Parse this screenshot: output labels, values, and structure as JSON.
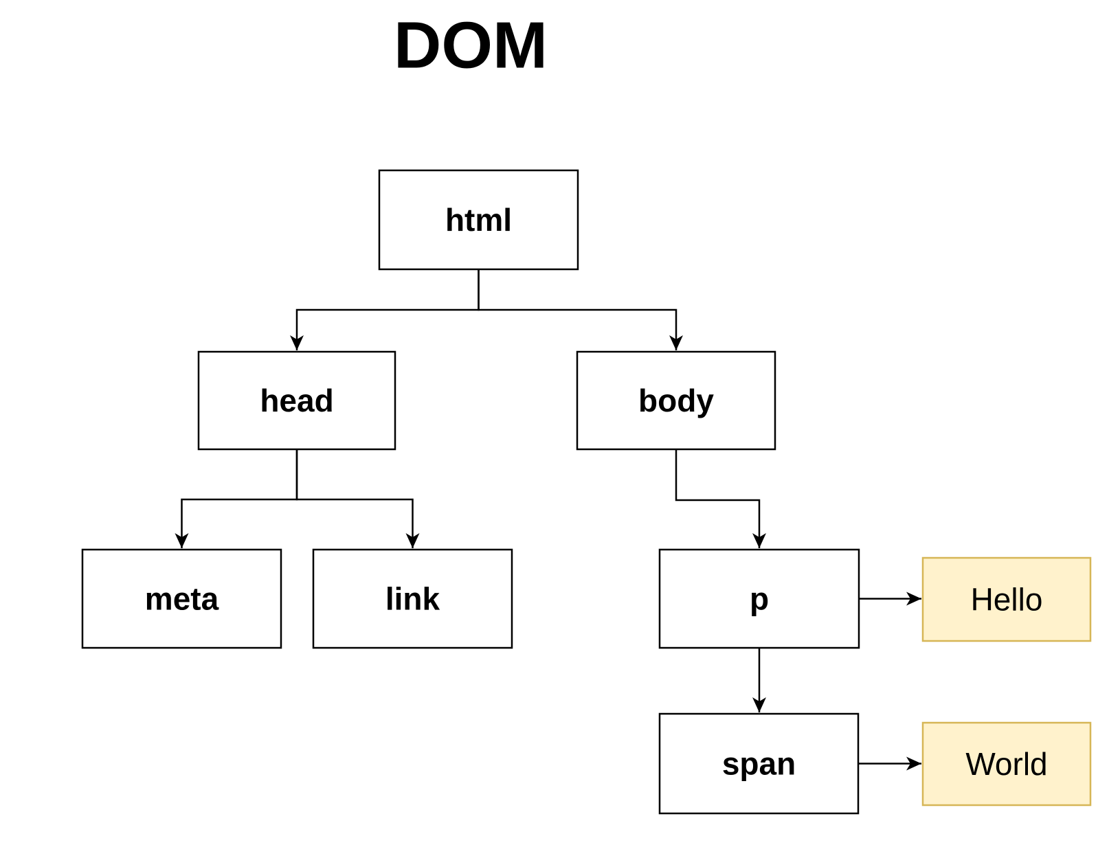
{
  "title": "DOM",
  "colors": {
    "node_fill": "#FFFFFF",
    "node_border": "#000000",
    "text_node_fill": "#FFF2CC",
    "text_node_border": "#D6B656",
    "line_color": "#000000",
    "text_color": "#000000"
  },
  "nodes": [
    {
      "id": "html",
      "label": "html"
    },
    {
      "id": "head",
      "label": "head"
    },
    {
      "id": "body",
      "label": "body"
    },
    {
      "id": "meta",
      "label": "meta"
    },
    {
      "id": "link",
      "label": "link"
    },
    {
      "id": "p",
      "label": "p"
    },
    {
      "id": "span",
      "label": "span"
    }
  ],
  "text_nodes": [
    {
      "id": "hello",
      "label": "Hello"
    },
    {
      "id": "world",
      "label": "World"
    }
  ],
  "edges": [
    {
      "from": "html",
      "to": "head"
    },
    {
      "from": "html",
      "to": "body"
    },
    {
      "from": "head",
      "to": "meta"
    },
    {
      "from": "head",
      "to": "link"
    },
    {
      "from": "body",
      "to": "p"
    },
    {
      "from": "p",
      "to": "hello"
    },
    {
      "from": "p",
      "to": "span"
    },
    {
      "from": "span",
      "to": "world"
    }
  ]
}
